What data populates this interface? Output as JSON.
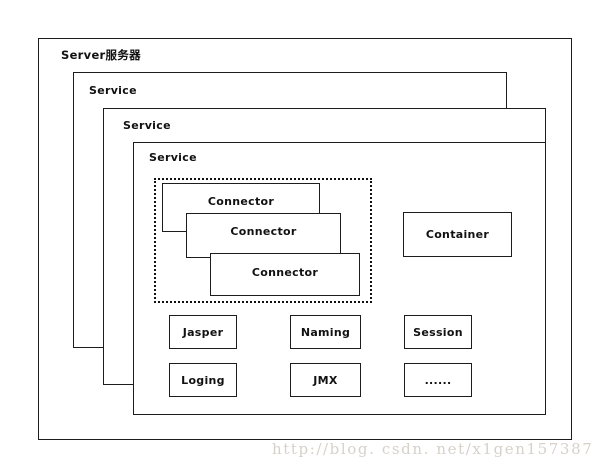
{
  "diagram": {
    "title": "Server服务器",
    "server": {
      "label": "Server服务器"
    },
    "services": [
      {
        "label": "Service"
      },
      {
        "label": "Service"
      },
      {
        "label": "Service"
      }
    ],
    "connectors": [
      {
        "label": "Connector"
      },
      {
        "label": "Connector"
      },
      {
        "label": "Connector"
      }
    ],
    "container": {
      "label": "Container"
    },
    "components": [
      {
        "label": "Jasper"
      },
      {
        "label": "Naming"
      },
      {
        "label": "Session"
      },
      {
        "label": "Loging"
      },
      {
        "label": "JMX"
      },
      {
        "label": "......"
      }
    ]
  },
  "watermark": {
    "text": "http://blog. csdn. net/x1gen157387"
  },
  "colors": {
    "stroke": "#1c1c1c",
    "background": "#ffffff",
    "text": "#111111",
    "watermark": "#cfc9c0"
  }
}
